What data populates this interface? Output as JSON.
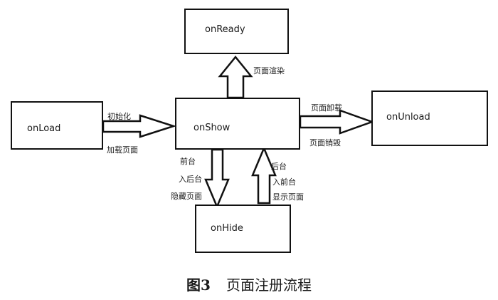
{
  "nodes": {
    "onready": "onReady",
    "onload": "onLoad",
    "onshow": "onShow",
    "onunload": "onUnload",
    "onhide": "onHide"
  },
  "edges": {
    "show_to_ready": "页面渲染",
    "load_to_show_top": "初始化",
    "load_to_show_bottom": "加载页面",
    "show_to_unload_top": "页面卸载",
    "show_to_unload_bottom": "页面销毁",
    "show_to_hide_1": "前台",
    "show_to_hide_2": "入后台",
    "show_to_hide_3": "隐藏页面",
    "hide_to_show_1": "后台",
    "hide_to_show_2": "入前台",
    "hide_to_show_3": "显示页面"
  },
  "caption": {
    "figure": "图3",
    "title": "页面注册流程"
  }
}
